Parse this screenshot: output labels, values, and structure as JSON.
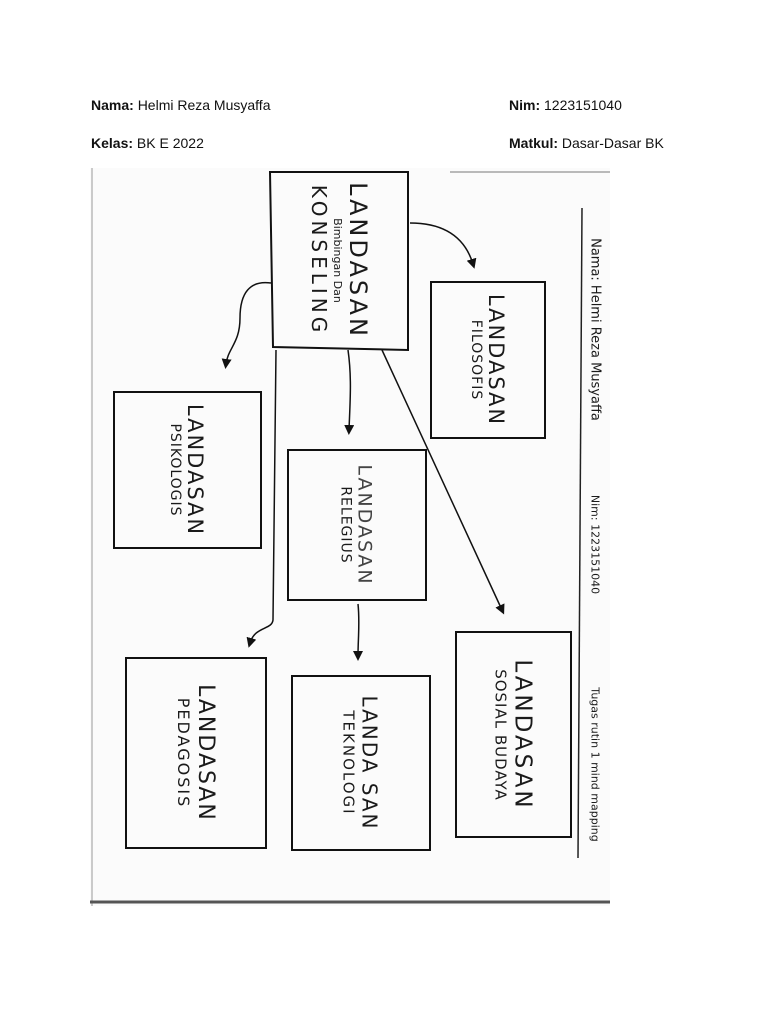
{
  "header": {
    "nama_label": "Nama:",
    "nama_value": "Helmi Reza Musyaffa",
    "nim_label": "Nim:",
    "nim_value": "1223151040",
    "kelas_label": "Kelas:",
    "kelas_value": "BK E 2022",
    "matkul_label": "Matkul:",
    "matkul_value": "Dasar-Dasar BK"
  },
  "mindmap": {
    "center": {
      "line1": "LANDASAN",
      "line2": "Bimbingan Dan",
      "line3": "KONSELING"
    },
    "nodes": {
      "filosofis": {
        "line1": "LANDASAN",
        "line2": "FILOSOFIS"
      },
      "psikologis": {
        "line1": "LANDASAN",
        "line2": "PSIKOLOGIS"
      },
      "religius": {
        "line1": "LANDASAN",
        "line2": "RELEGIUS"
      },
      "sosial": {
        "line1": "LANDASAN",
        "line2": "SOSIAL BUDAYA"
      },
      "pedagosis": {
        "line1": "LANDASAN",
        "line2": "PEDAGOSIS"
      },
      "teknologi": {
        "line1": "LANDA SAN",
        "line2": "TEKNOLOGI"
      }
    },
    "margin": {
      "nama": "Nama: Helmi Reza Musyaffa",
      "nim": "Nim: 1223151040",
      "tugas": "Tugas rutin 1 mind mapping"
    }
  }
}
